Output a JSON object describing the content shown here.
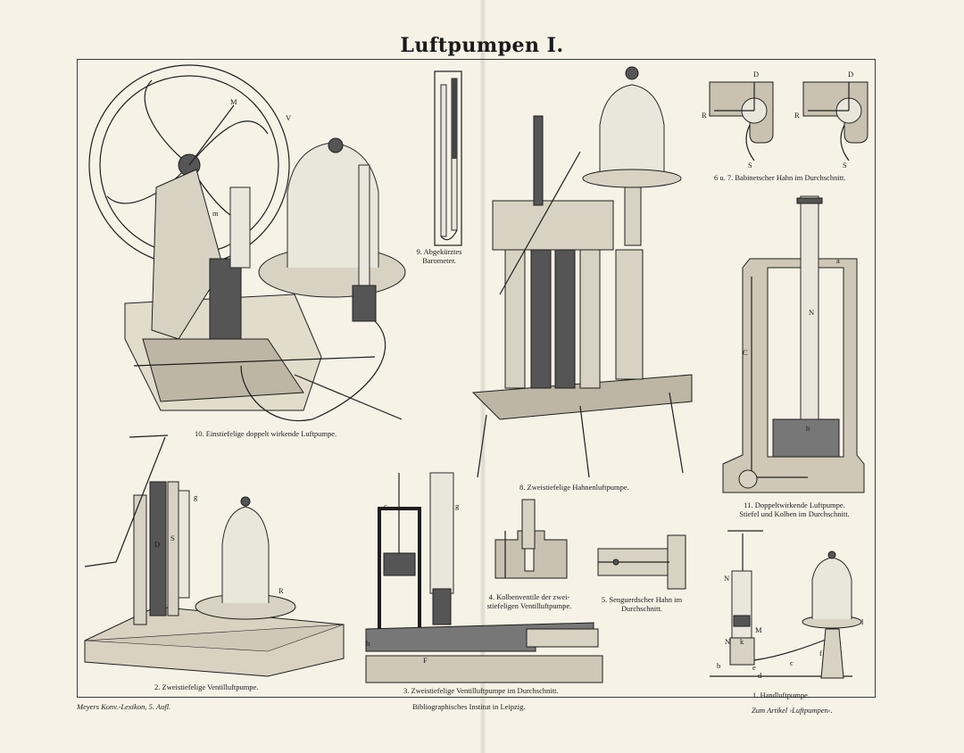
{
  "title": "Luftpumpen I.",
  "captions": {
    "fig10": "10. Einstiefelige doppelt wirkende Luftpumpe.",
    "fig9_line1": "9. Abgekürztes",
    "fig9_line2": "Barometer.",
    "fig8": "8. Zweistiefelige Hahnenluftpumpe.",
    "fig67": "6 u. 7. Babinetscher Hahn im Durchschnitt.",
    "fig11_line1": "11. Doppeltwirkende Luftpumpe.",
    "fig11_line2": "Stiefel und Kolben im Durchschnitt.",
    "fig2": "2. Zweistiefelige Ventilluftpumpe.",
    "fig3": "3. Zweistiefelige Ventilluftpumpe im Durchschnitt.",
    "fig4_line1": "4. Kolbenventile der zwei-",
    "fig4_line2": "stiefeligen Ventilluftpumpe.",
    "fig5_line1": "5. Senguerdscher Hahn im",
    "fig5_line2": "Durchschnitt.",
    "fig1": "1. Handluftpumpe."
  },
  "labels": {
    "fig10_M": "M",
    "fig10_V": "V",
    "fig10_m": "m",
    "fig67_D_left": "D",
    "fig67_D_right": "D",
    "fig67_R_left": "R",
    "fig67_R_right": "R",
    "fig67_S_left": "S",
    "fig67_S_right": "S",
    "fig11_C": "C",
    "fig11_a": "a",
    "fig11_N": "N",
    "fig11_b": "b",
    "fig2_g": "g",
    "fig2_D": "D",
    "fig2_S": "S",
    "fig2_R": "R",
    "fig3_c": "c",
    "fig3_g": "g",
    "fig3_h": "h",
    "fig3_F": "F",
    "fig1_N_top": "N",
    "fig1_N_mid": "N",
    "fig1_M": "M",
    "fig1_k": "k",
    "fig1_b": "b",
    "fig1_e": "e",
    "fig1_d": "d",
    "fig1_c": "c",
    "fig1_f": "f",
    "fig1_l": "l"
  },
  "footer": {
    "left": "Meyers Konv.-Lexikon, 5. Aufl.",
    "center": "Bibliographisches Institut in Leipzig.",
    "right": "Zum Artikel ›Luftpumpen‹."
  }
}
